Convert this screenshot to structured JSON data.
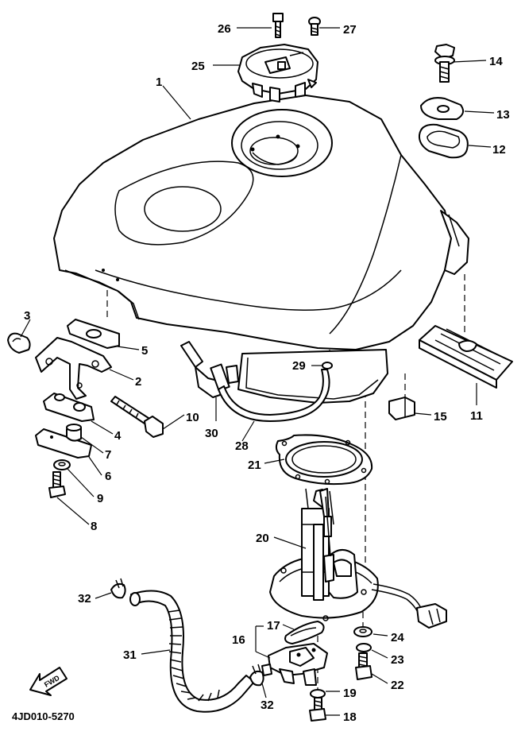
{
  "drawing_code": "4JD010-5270",
  "fwd_label": "FWD",
  "callouts": {
    "c1": "1",
    "c2": "2",
    "c3": "3",
    "c4": "4",
    "c5": "5",
    "c6": "6",
    "c7": "7",
    "c8": "8",
    "c9": "9",
    "c10": "10",
    "c11": "11",
    "c12": "12",
    "c13": "13",
    "c14": "14",
    "c15": "15",
    "c16": "16",
    "c17": "17",
    "c18": "18",
    "c19": "19",
    "c20": "20",
    "c21": "21",
    "c22": "22",
    "c23": "23",
    "c24": "24",
    "c25": "25",
    "c26": "26",
    "c27": "27",
    "c28": "28",
    "c29": "29",
    "c30": "30",
    "c31": "31",
    "c32a": "32",
    "c32b": "32"
  }
}
